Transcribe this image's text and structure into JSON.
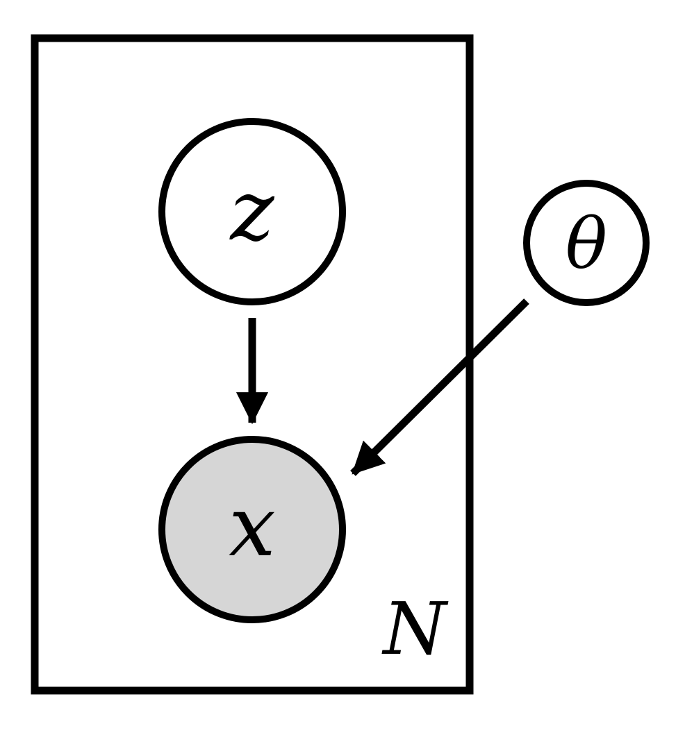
{
  "diagram": {
    "plate": {
      "label": "N"
    },
    "nodes": {
      "z": {
        "label": "z",
        "observed": false
      },
      "x": {
        "label": "x",
        "observed": true
      },
      "theta": {
        "label": "θ",
        "observed": false
      }
    },
    "edges": [
      {
        "from": "z",
        "to": "x"
      },
      {
        "from": "θ",
        "to": "x"
      }
    ],
    "colors": {
      "stroke": "#000000",
      "observed_fill": "#d6d6d6",
      "latent_fill": "#ffffff"
    }
  }
}
